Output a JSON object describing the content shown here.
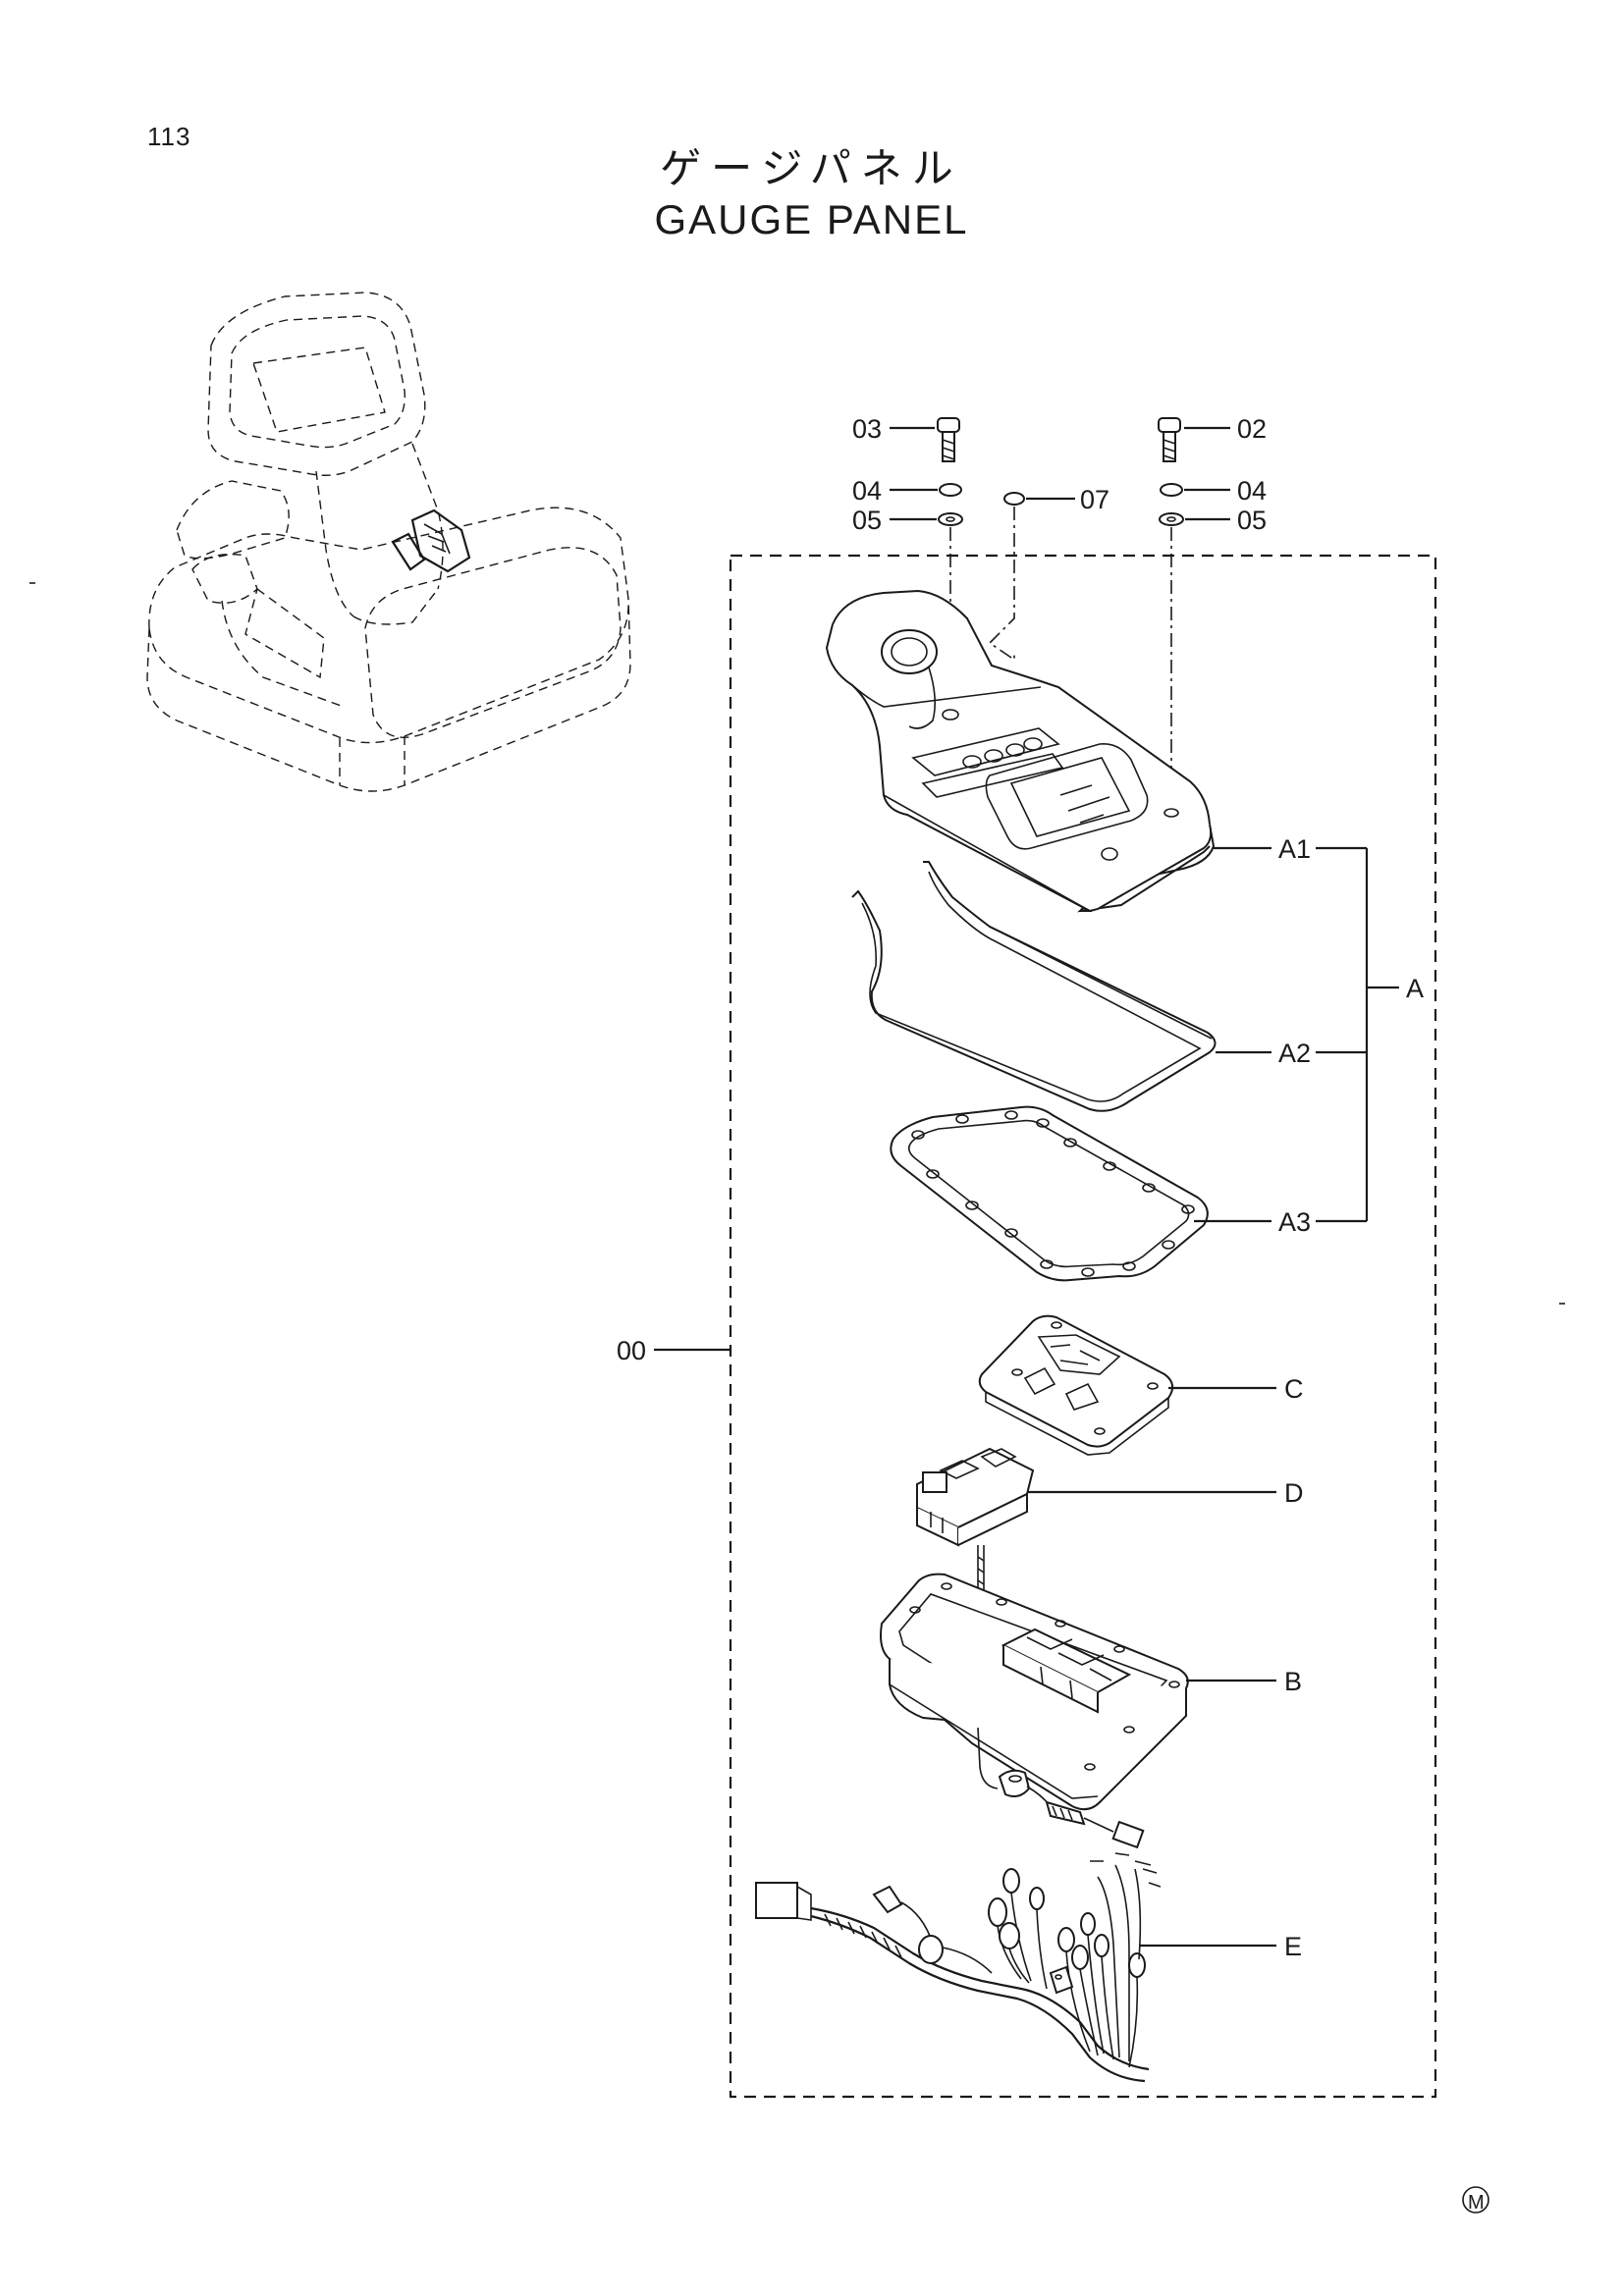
{
  "page_number": "113",
  "title_jp": "ゲージパネル",
  "title_en": "GAUGE PANEL",
  "labels": {
    "l03": "03",
    "l02": "02",
    "l04_left": "04",
    "l04_right": "04",
    "l05_left": "05",
    "l05_right": "05",
    "l07": "07",
    "lA1": "A1",
    "lA": "A",
    "lA2": "A2",
    "lA3": "A3",
    "l00": "00",
    "lC": "C",
    "lD": "D",
    "lB": "B",
    "lE": "E"
  },
  "mark": "M"
}
